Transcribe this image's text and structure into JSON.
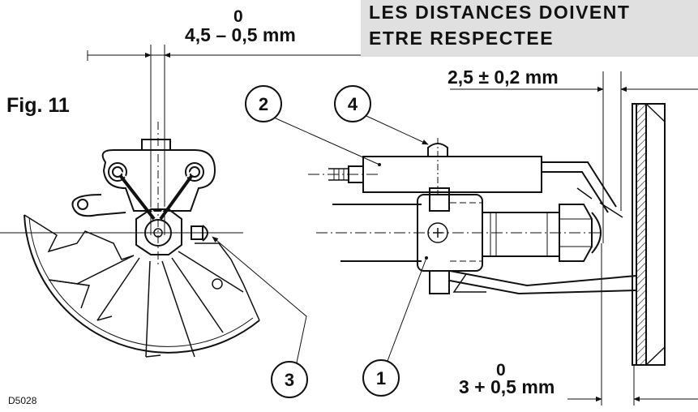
{
  "warning": {
    "line1": "LES DISTANCES DOIVENT",
    "line2": "ETRE RESPECTEE"
  },
  "figure_label": "Fig. 11",
  "drawing_ref": "D5028",
  "dimensions": {
    "electrode_gap": {
      "upper": "0",
      "main": "4,5 – 0,5 mm"
    },
    "tip_to_disc": {
      "main": "2,5 ± 0,2 mm"
    },
    "disc_offset": {
      "upper": "0",
      "main": "3 + 0,5 mm"
    }
  },
  "callouts": [
    {
      "number": "1"
    },
    {
      "number": "2"
    },
    {
      "number": "3"
    },
    {
      "number": "4"
    }
  ],
  "colors": {
    "line": "#111111",
    "banner": "#e0e0e0",
    "background": "#ffffff"
  }
}
